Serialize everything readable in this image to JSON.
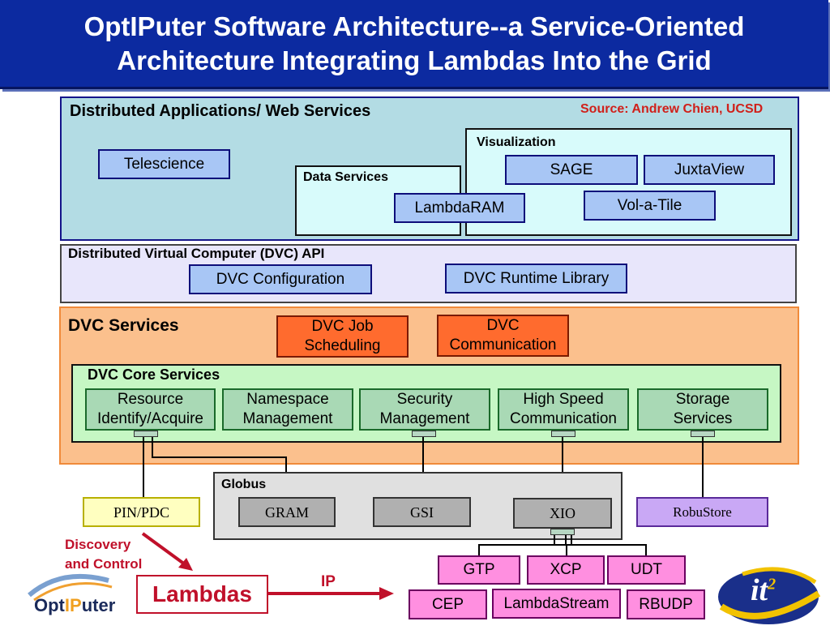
{
  "title": {
    "line1": "OptIPuter Software Architecture--a Service-Oriented",
    "line2": "Architecture Integrating Lambdas Into the Grid"
  },
  "source": "Source: Andrew Chien, UCSD",
  "apps": {
    "label": "Distributed Applications/ Web Services",
    "telescience": "Telescience",
    "visualization": {
      "label": "Visualization",
      "sage": "SAGE",
      "juxtaview": "JuxtaView",
      "volatile": "Vol-a-Tile"
    },
    "data_services": {
      "label": "Data Services",
      "lambdaram": "LambdaRAM"
    }
  },
  "dvc_api": {
    "label": "Distributed Virtual Computer (DVC) API",
    "configuration": "DVC Configuration",
    "runtime": "DVC Runtime Library"
  },
  "dvc_services": {
    "label": "DVC Services",
    "job_scheduling": [
      "DVC Job",
      "Scheduling"
    ],
    "communication": [
      "DVC",
      "Communication"
    ],
    "core": {
      "label": "DVC Core Services",
      "items": [
        [
          "Resource",
          "Identify/Acquire"
        ],
        [
          "Namespace",
          "Management"
        ],
        [
          "Security",
          "Management"
        ],
        [
          "High Speed",
          "Communication"
        ],
        [
          "Storage",
          "Services"
        ]
      ]
    }
  },
  "globus": {
    "label": "Globus",
    "gram": "GRAM",
    "gsi": "GSI",
    "xio": "XIO"
  },
  "pin_pdc": "PIN/PDC",
  "robustore": "RobuStore",
  "discovery": [
    "Discovery",
    "and Control"
  ],
  "lambdas": "Lambdas",
  "ip": "IP",
  "protocols": {
    "gtp": "GTP",
    "xcp": "XCP",
    "udt": "UDT",
    "cep": "CEP",
    "lambdastream": "LambdaStream",
    "rbudp": "RBUDP"
  },
  "logos": {
    "optiputer_left": "Opt",
    "optiputer_mid": "IP",
    "optiputer_right": "uter",
    "it2": "it",
    "it2_sup": "2"
  },
  "colors": {
    "header": "#0c2aa0",
    "apps_bg": "#b3dce4",
    "api_bg": "#e8e6fb",
    "services_bg": "#fbc08d",
    "core_bg": "#c6f7c4",
    "lambdas_text": "#c0102a"
  }
}
